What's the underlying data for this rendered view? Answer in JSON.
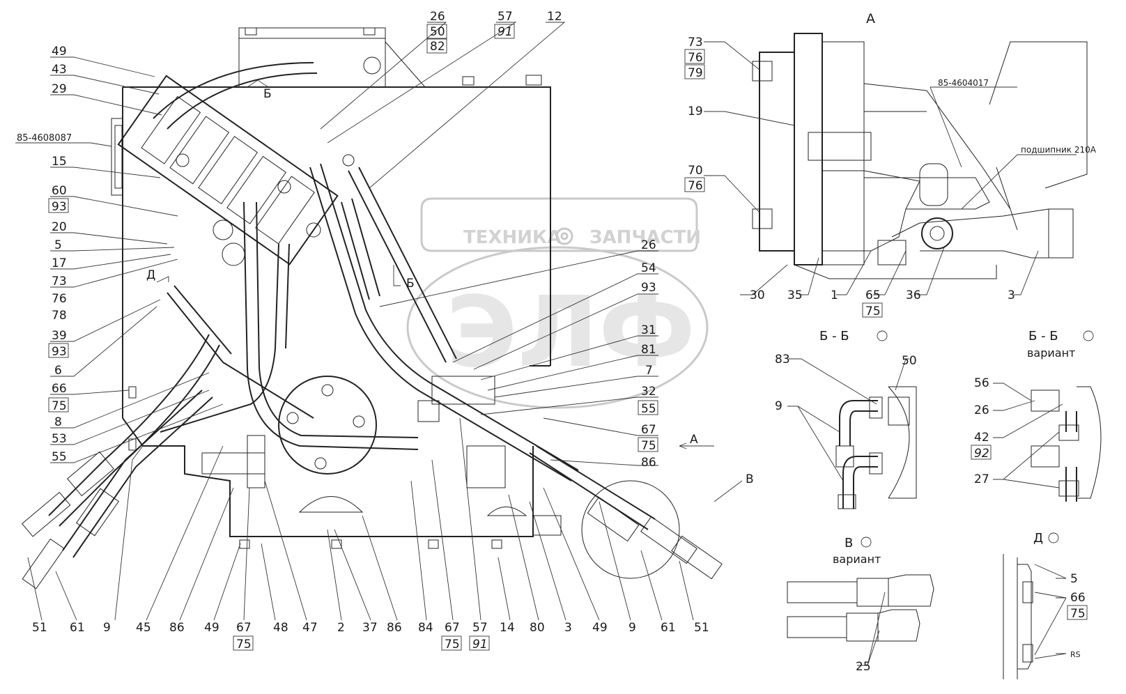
{
  "watermark": {
    "brand_left": "ТЕХНИКА",
    "brand_right": "ЗАПЧАСТИ",
    "logo": "ЭЛФ"
  },
  "section_titles": {
    "view_a": "А",
    "section_bb": "Б - Б",
    "section_bb_variant": "Б - Б",
    "variant_word_1": "вариант",
    "view_v": "В",
    "variant_word_2": "вариант",
    "view_d": "Д"
  },
  "main_labels_left": [
    "49",
    "43",
    "29",
    "85-4608087",
    "15",
    "60",
    "93",
    "20",
    "5",
    "17",
    "73",
    "76",
    "78",
    "39",
    "93",
    "6",
    "66",
    "75",
    "8",
    "53",
    "55"
  ],
  "main_labels_top": [
    "26",
    "50",
    "82",
    "57",
    "91",
    "12"
  ],
  "main_labels_right": [
    "26",
    "54",
    "93",
    "31",
    "81",
    "7",
    "32",
    "55",
    "67",
    "75",
    "86"
  ],
  "main_labels_bottom": [
    "51",
    "61",
    "9",
    "45",
    "86",
    "49",
    "67",
    "75",
    "48",
    "47",
    "2",
    "37",
    "86",
    "84",
    "67",
    "75",
    "57",
    "91",
    "14",
    "80",
    "3",
    "49",
    "9",
    "61",
    "51"
  ],
  "main_markers": {
    "b1": "Б",
    "b2": "Б",
    "d": "Д",
    "a_arrow": "А",
    "v": "В"
  },
  "view_a_labels": [
    "73",
    "76",
    "79",
    "19",
    "70",
    "76",
    "30",
    "35",
    "1",
    "65",
    "75",
    "36",
    "3"
  ],
  "view_a_notes": {
    "part_no": "85-4604017",
    "bearing": "подшипник 210А"
  },
  "bb_labels": [
    "83",
    "50",
    "9"
  ],
  "bb_variant_labels": [
    "56",
    "26",
    "42",
    "92",
    "27"
  ],
  "v_labels": [
    "25"
  ],
  "d_labels": [
    "5",
    "66",
    "75",
    "RS"
  ]
}
